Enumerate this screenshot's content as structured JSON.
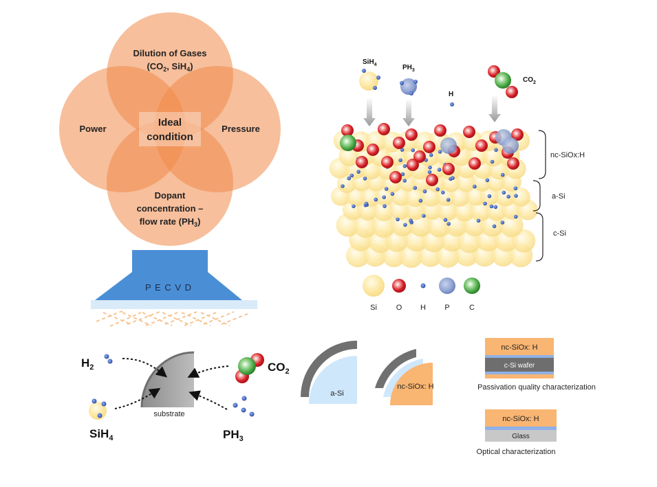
{
  "venn": {
    "top_line1": "Dilution of Gases",
    "top_line2_pre": "(CO",
    "top_line2_sub1": "2",
    "top_line2_mid": ", SiH",
    "top_line2_sub2": "4",
    "top_line2_post": ")",
    "left": "Power",
    "right": "Pressure",
    "bottom_line1": "Dopant",
    "bottom_line2": "concentration –",
    "bottom_line3_pre": "flow rate (PH",
    "bottom_line3_sub": "3",
    "bottom_line3_post": ")",
    "center_line1": "Ideal",
    "center_line2": "condition"
  },
  "pecvd": {
    "label": "P E C V D"
  },
  "gas_inputs": {
    "h2": "H",
    "h2_sub": "2",
    "co2": "CO",
    "co2_sub": "2",
    "sih4": "SiH",
    "sih4_sub": "4",
    "ph3": "PH",
    "ph3_sub": "3",
    "substrate": "substrate"
  },
  "coatings": {
    "a_si": "a-Si",
    "nc_siox": "nc-SiOx: H"
  },
  "stacks": {
    "passivation_top": "nc-SiOx: H",
    "passivation_wafer": "c-Si wafer",
    "passivation_caption": "Passivation quality characterization",
    "optical_top": "nc-SiOx: H",
    "optical_glass": "Glass",
    "optical_caption": "Optical characterization"
  },
  "precursors": {
    "sih4": "SiH",
    "sih4_sub": "4",
    "ph3": "PH",
    "ph3_sub": "3",
    "h": "H",
    "co2": "CO",
    "co2_sub": "2"
  },
  "layers": {
    "top": "nc-SiOx:H",
    "mid": "a-Si",
    "bottom": "c-Si"
  },
  "legend": [
    {
      "label": "Si",
      "color": "#fde9a6"
    },
    {
      "label": "O",
      "color": "#d71f26"
    },
    {
      "label": "H",
      "color": "#3b5aa8"
    },
    {
      "label": "P",
      "color": "#8fa3d1"
    },
    {
      "label": "C",
      "color": "#4aa845"
    }
  ]
}
